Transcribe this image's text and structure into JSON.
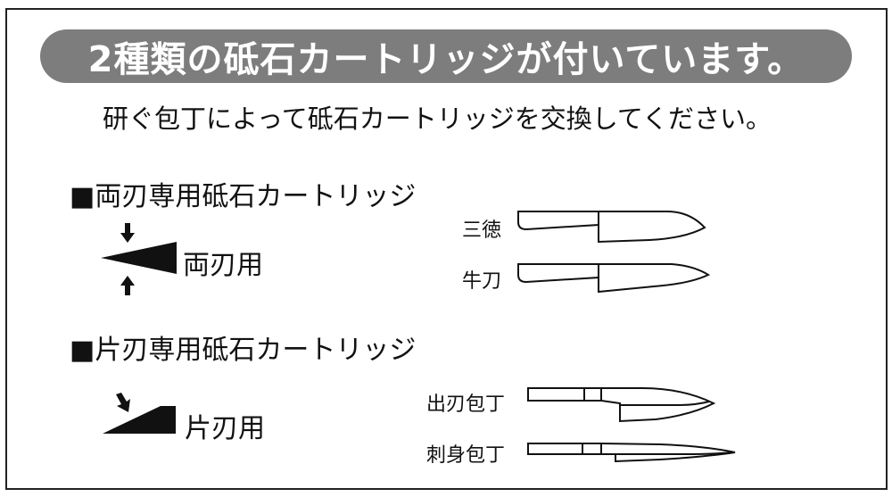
{
  "banner": {
    "title": "2種類の砥石カートリッジが付いています。"
  },
  "subtitle": "研ぐ包丁によって砥石カートリッジを交換してください。",
  "sections": [
    {
      "heading": "■両刃専用砥石カートリッジ",
      "edge_label": "両刃用",
      "knives": [
        {
          "label": "三徳"
        },
        {
          "label": "牛刀"
        }
      ]
    },
    {
      "heading": "■片刃専用砥石カートリッジ",
      "edge_label": "片刃用",
      "knives": [
        {
          "label": "出刃包丁"
        },
        {
          "label": "刺身包丁"
        }
      ]
    }
  ]
}
